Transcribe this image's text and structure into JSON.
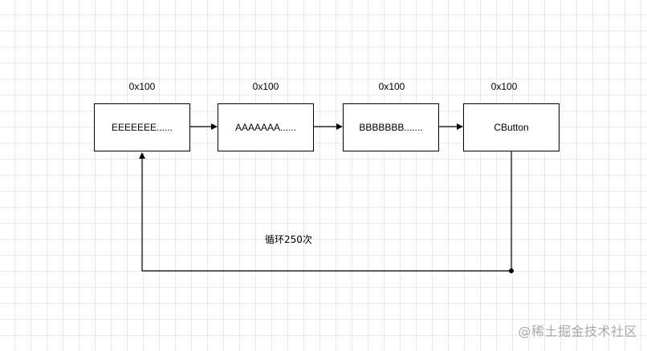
{
  "nodes": [
    {
      "label": "EEEEEEE......",
      "address": "0x100"
    },
    {
      "label": "AAAAAAA......",
      "address": "0x100"
    },
    {
      "label": "BBBBBBB.......",
      "address": "0x100"
    },
    {
      "label": "CButton",
      "address": "0x100"
    }
  ],
  "loop": {
    "label": "循环250次"
  },
  "watermark": {
    "text": "@稀土掘金技术社区"
  },
  "colors": {
    "stroke": "#000000",
    "grid": "#e9e9e9",
    "watermark": "#8c8c8c"
  }
}
